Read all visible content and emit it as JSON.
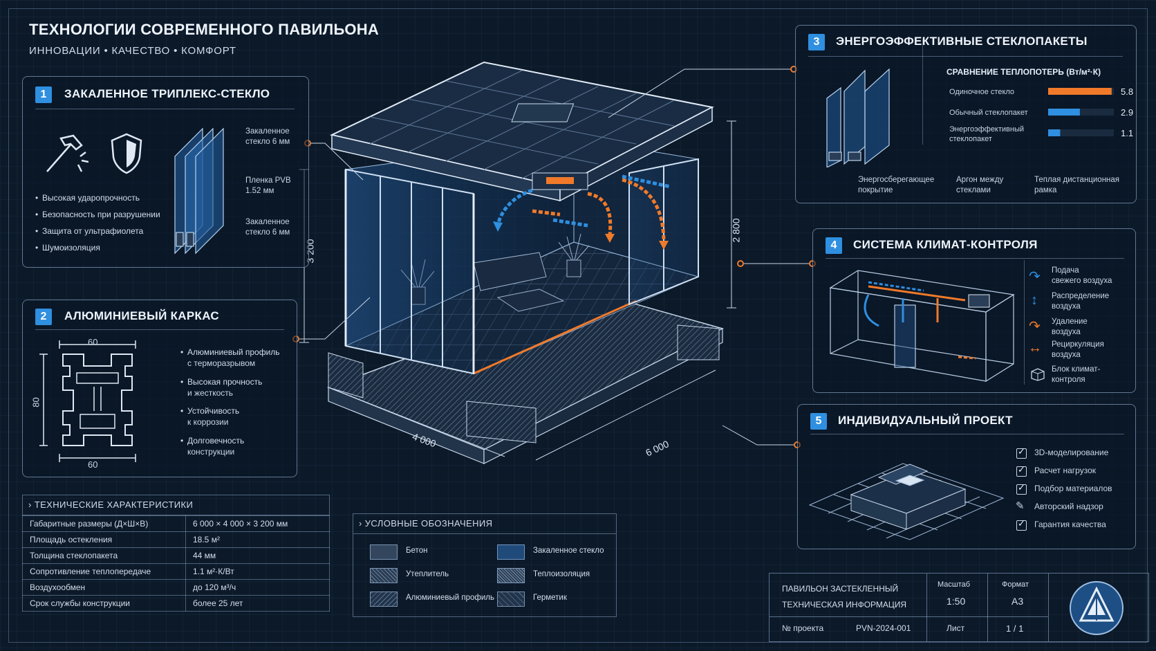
{
  "header": {
    "title": "ТЕХНОЛОГИИ СОВРЕМЕННОГО ПАВИЛЬОНА",
    "subtitle": "ИННОВАЦИИ • КАЧЕСТВО • КОМФОРТ"
  },
  "colors": {
    "background": "#0c1929",
    "accent_blue": "#2f8fe0",
    "accent_orange": "#f07a2a",
    "line": "#aac8eb"
  },
  "panel1": {
    "number": "1",
    "title": "ЗАКАЛЕННОЕ ТРИПЛЕКС-СТЕКЛО",
    "icons": [
      "hammer-icon",
      "shield-icon"
    ],
    "bullets": [
      "Высокая ударопрочность",
      "Безопасность при разрушении",
      "Защита от ультрафиолета",
      "Шумоизоляция"
    ],
    "layers": [
      {
        "line1": "Закаленное",
        "line2": "стекло 6 мм"
      },
      {
        "line1": "Пленка PVB",
        "line2": "1.52 мм"
      },
      {
        "line1": "Закаленное",
        "line2": "стекло 6 мм"
      }
    ]
  },
  "panel2": {
    "number": "2",
    "title": "АЛЮМИНИЕВЫЙ КАРКАС",
    "dim_top": "60",
    "dim_side": "80",
    "dim_bottom": "60",
    "bullets": [
      {
        "line1": "Алюминиевый профиль",
        "line2": "с терморазрывом"
      },
      {
        "line1": "Высокая прочность",
        "line2": "и жесткость"
      },
      {
        "line1": "Устойчивость",
        "line2": "к коррозии"
      },
      {
        "line1": "Долговечность",
        "line2": "конструкции"
      }
    ]
  },
  "panel3": {
    "number": "3",
    "title": "ЭНЕРГОЭФФЕКТИВНЫЕ СТЕКЛОПАКЕТЫ",
    "chart_title": "СРАВНЕНИЕ ТЕПЛОПОТЕРЬ (Вт/м²·К)",
    "callouts": [
      {
        "line1": "Энергосберегающее",
        "line2": "покрытие"
      },
      {
        "line1": "Аргон между",
        "line2": "стеклами"
      },
      {
        "line1": "Теплая дистанционная",
        "line2": "рамка"
      }
    ]
  },
  "chart_data": {
    "type": "bar",
    "title": "СРАВНЕНИЕ ТЕПЛОПОТЕРЬ (Вт/м²·К)",
    "orientation": "horizontal",
    "categories": [
      "Одиночное стекло",
      "Обычный стеклопакет",
      "Энергоэффективный стеклопакет"
    ],
    "category_lines": [
      [
        "Одиночное стекло"
      ],
      [
        "Обычный стеклопакет"
      ],
      [
        "Энергоэффективный",
        "стеклопакет"
      ]
    ],
    "values": [
      5.8,
      2.9,
      1.1
    ],
    "value_labels": [
      "5.8",
      "2.9",
      "1.1"
    ],
    "colors": [
      "#f07a2a",
      "#2f8fe0",
      "#2f8fe0"
    ],
    "xlim": [
      0,
      6
    ]
  },
  "panel4": {
    "number": "4",
    "title": "СИСТЕМА КЛИМАТ-КОНТРОЛЯ",
    "legend": [
      {
        "icon": "supply-arrow-icon",
        "line1": "Подача",
        "line2": "свежего воздуха"
      },
      {
        "icon": "distribution-arrow-icon",
        "line1": "Распределение",
        "line2": "воздуха"
      },
      {
        "icon": "exhaust-arrow-icon",
        "line1": "Удаление",
        "line2": "воздуха"
      },
      {
        "icon": "recirculation-arrow-icon",
        "line1": "Рециркуляция",
        "line2": "воздуха"
      },
      {
        "icon": "climate-unit-icon",
        "line1": "Блок климат-",
        "line2": "контроля"
      }
    ]
  },
  "panel5": {
    "number": "5",
    "title": "ИНДИВИДУАЛЬНЫЙ ПРОЕКТ",
    "items": [
      "3D-моделирование",
      "Расчет нагрузок",
      "Подбор материалов",
      "Авторский надзор",
      "Гарантия качества"
    ]
  },
  "dimensions": {
    "height_left": "3 200",
    "height_right": "2 800",
    "width": "4 000",
    "length": "6 000"
  },
  "specs": {
    "title": "ТЕХНИЧЕСКИЕ ХАРАКТЕРИСТИКИ",
    "rows": [
      [
        "Габаритные размеры (Д×Ш×В)",
        "6 000 × 4 000 × 3 200 мм"
      ],
      [
        "Площадь остекления",
        "18.5 м²"
      ],
      [
        "Толщина стеклопакета",
        "44 мм"
      ],
      [
        "Сопротивление теплопередаче",
        "1.1 м²·К/Вт"
      ],
      [
        "Воздухообмен",
        "до 120 м³/ч"
      ],
      [
        "Срок службы конструкции",
        "более 25 лет"
      ]
    ]
  },
  "legend": {
    "title": "УСЛОВНЫЕ ОБОЗНАЧЕНИЯ",
    "items": [
      "Бетон",
      "Утеплитель",
      "Алюминиевый профиль",
      "Закаленное стекло",
      "Теплоизоляция",
      "Герметик"
    ]
  },
  "titleblock": {
    "name_line1": "ПАВИЛЬОН ЗАСТЕКЛЕННЫЙ",
    "name_line2": "ТЕХНИЧЕСКАЯ ИНФОРМАЦИЯ",
    "scale_label": "Масштаб",
    "scale_value": "1:50",
    "format_label": "Формат",
    "format_value": "А3",
    "project_label": "№ проекта",
    "project_value": "PVN-2024-001",
    "sheet_label": "Лист",
    "sheet_value": "1 / 1"
  }
}
